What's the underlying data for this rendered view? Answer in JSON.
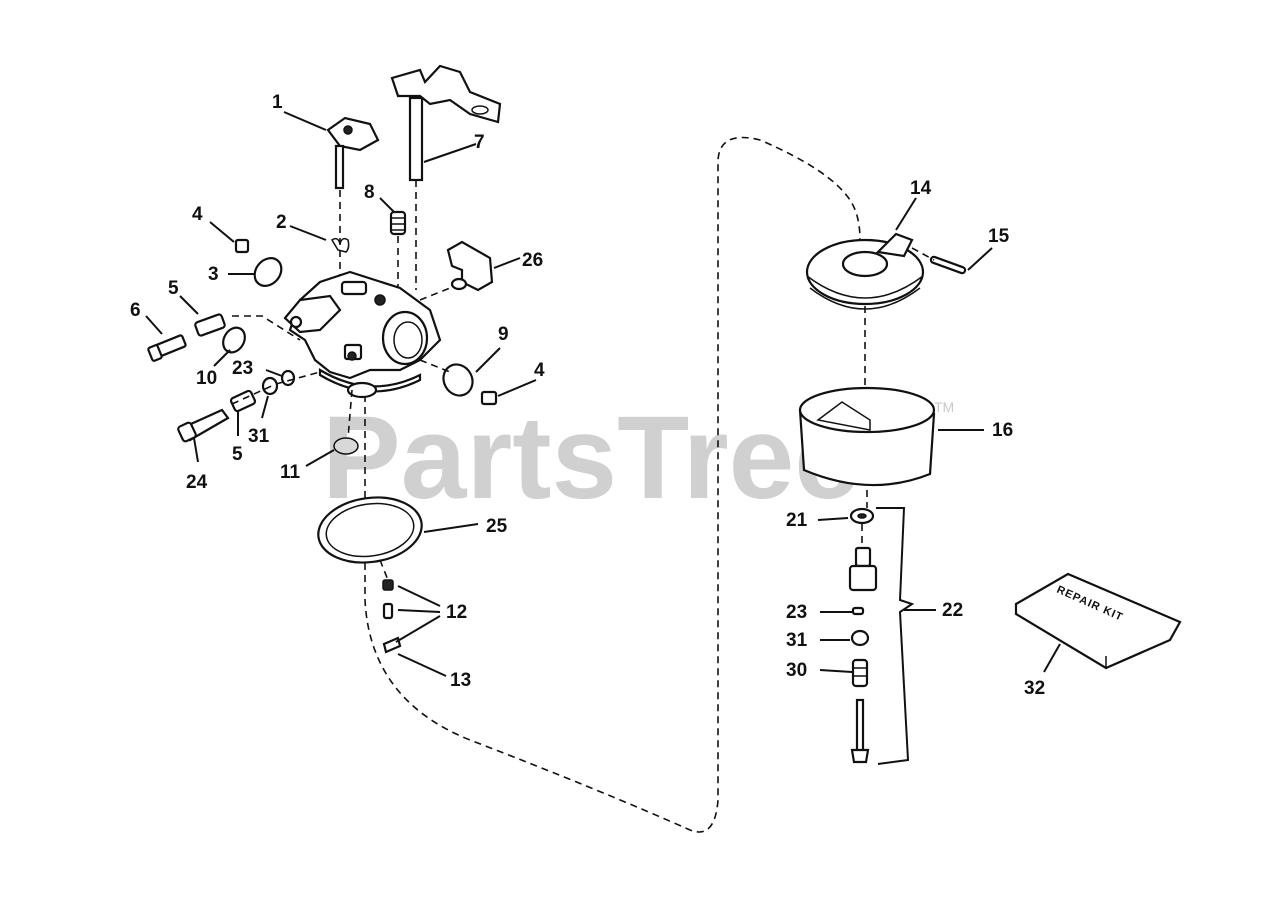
{
  "watermark": {
    "text": "PartsTree",
    "trademark": "TM"
  },
  "repair_kit_label": "REPAIR KIT",
  "callouts": {
    "c1": "1",
    "c2": "2",
    "c3": "3",
    "c4a": "4",
    "c4b": "4",
    "c5a": "5",
    "c5b": "5",
    "c6": "6",
    "c7": "7",
    "c8": "8",
    "c9": "9",
    "c10": "10",
    "c11": "11",
    "c12": "12",
    "c13": "13",
    "c14": "14",
    "c15": "15",
    "c16": "16",
    "c21": "21",
    "c22": "22",
    "c23a": "23",
    "c23b": "23",
    "c24": "24",
    "c25": "25",
    "c26": "26",
    "c30": "30",
    "c31a": "31",
    "c31b": "31",
    "c32": "32"
  }
}
